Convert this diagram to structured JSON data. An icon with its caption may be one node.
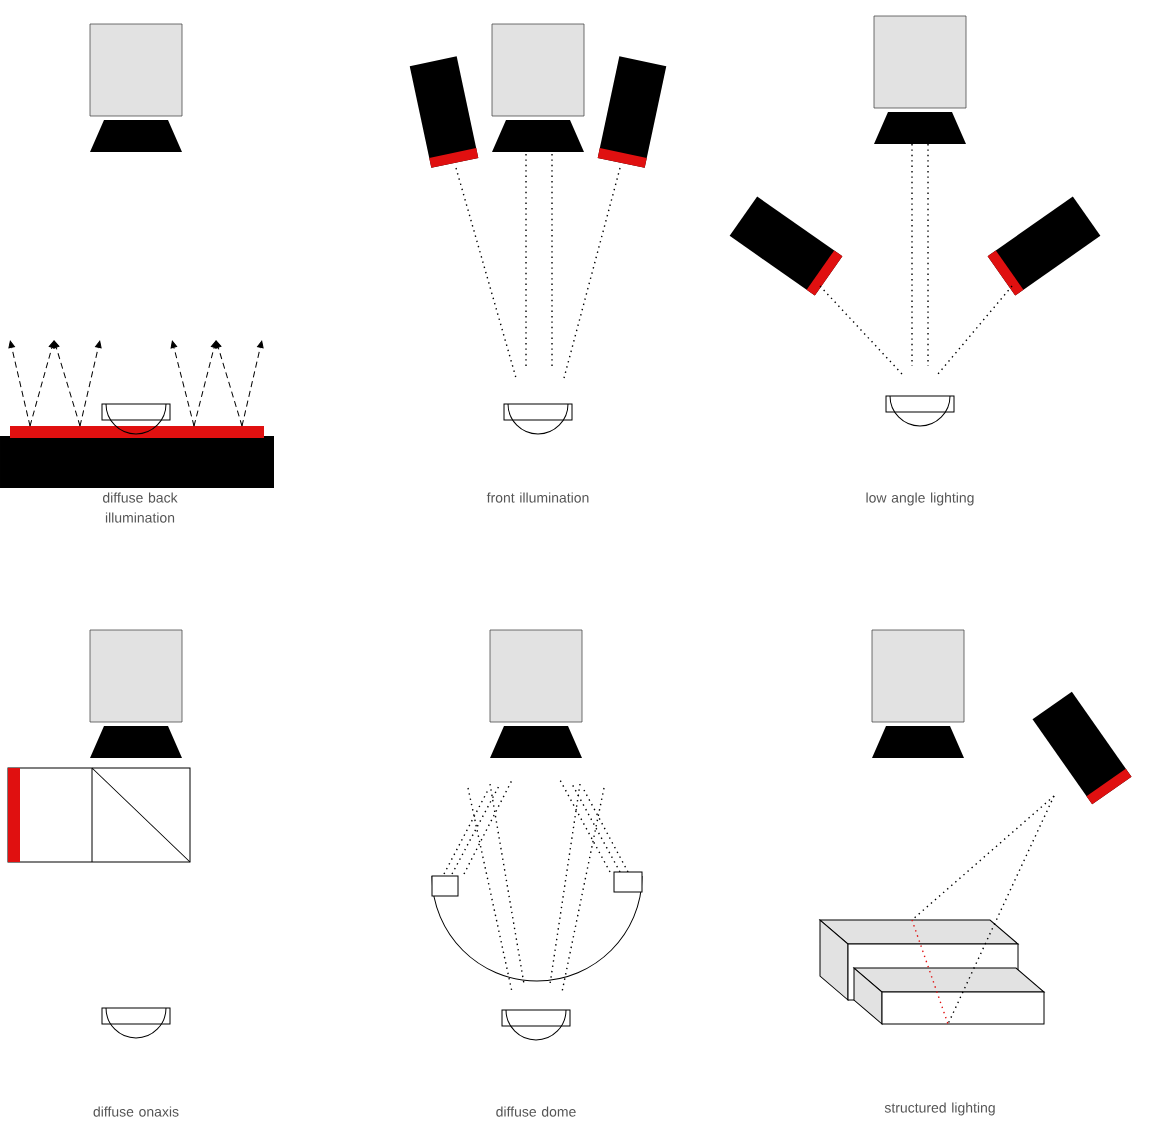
{
  "diagram": {
    "labels": [
      "diffuse back illumination",
      "front illumination",
      "low angle lighting",
      "diffuse onaxis",
      "diffuse dome",
      "structured lighting"
    ]
  }
}
